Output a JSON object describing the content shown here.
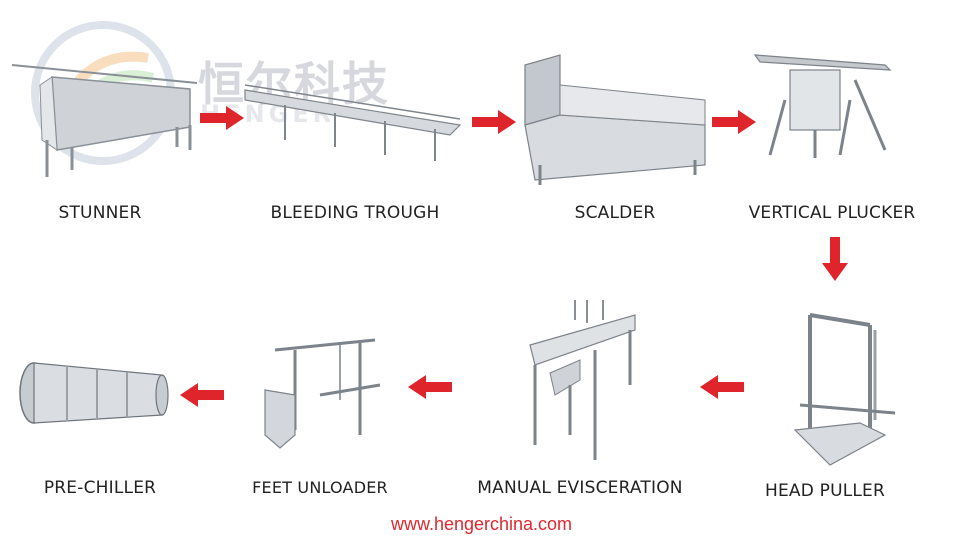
{
  "watermark": {
    "chinese": "恒尔科技",
    "latin": "HENGER"
  },
  "steps": [
    {
      "label": "STUNNER"
    },
    {
      "label": "BLEEDING TROUGH"
    },
    {
      "label": "SCALDER"
    },
    {
      "label": "VERTICAL PLUCKER"
    },
    {
      "label": "HEAD PULLER"
    },
    {
      "label": "MANUAL EVISCERATION"
    },
    {
      "label": "FEET UNLOADER"
    },
    {
      "label": "PRE-CHILLER"
    }
  ],
  "footer": {
    "url": "www.hengerchina.com"
  },
  "colors": {
    "arrow": "#e0242c",
    "steel": "#b7bcc2",
    "footer": "#e0282e"
  }
}
